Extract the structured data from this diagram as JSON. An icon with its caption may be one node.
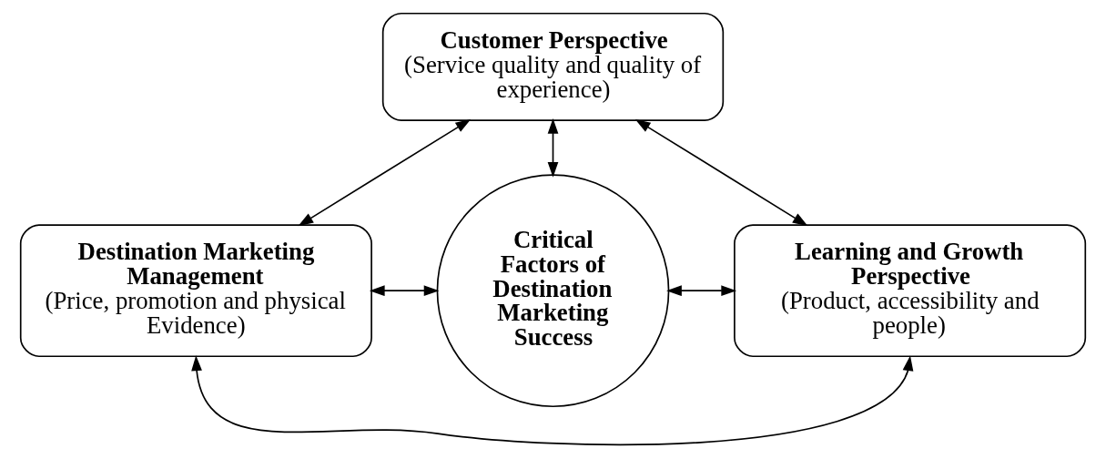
{
  "diagram": {
    "nodes": [
      {
        "text": [
          "Customer Perspective",
          "(Service quality and quality of experience)"
        ]
      },
      {
        "text": [
          "Destination Marketing Management",
          "(Price, promotion and physical Evidence)"
        ]
      },
      {
        "text": [
          "Critical Factors of Destination Marketing Success"
        ]
      },
      {
        "text": [
          "Learning and Growth Perspective",
          "(Product, accessibility and people)"
        ]
      }
    ],
    "edges": [
      {
        "from": 0,
        "to": 1,
        "arrow": "both"
      },
      {
        "from": 0,
        "to": 2,
        "arrow": "both"
      },
      {
        "from": 0,
        "to": 3,
        "arrow": "both"
      },
      {
        "from": 1,
        "to": 2,
        "arrow": "both"
      },
      {
        "from": 2,
        "to": 3,
        "arrow": "both"
      },
      {
        "from": 1,
        "to": 3,
        "arrow": "both"
      }
    ]
  }
}
